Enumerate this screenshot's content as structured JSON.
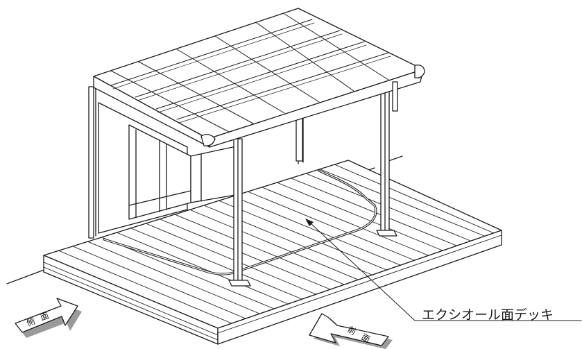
{
  "callout": {
    "label": "エクシオール面デッキ"
  },
  "arrows": {
    "side": {
      "chars": [
        "側",
        "面"
      ]
    },
    "front": {
      "chars": [
        "前",
        "面"
      ]
    }
  },
  "colors": {
    "line": "#1a1a1a",
    "background": "#ffffff",
    "arrow_shadow": "#9a9a9a"
  }
}
